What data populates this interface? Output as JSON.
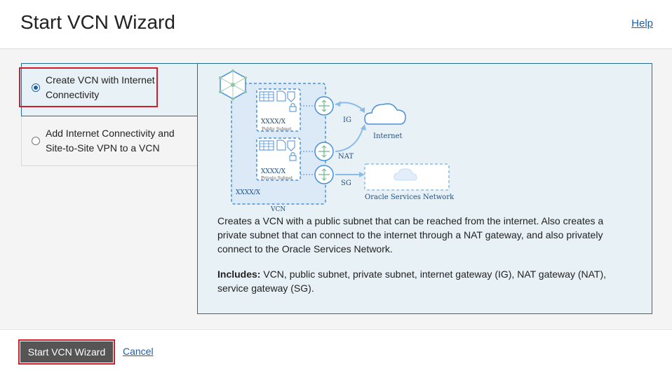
{
  "header": {
    "title": "Start VCN Wizard",
    "help_link": "Help"
  },
  "options": [
    {
      "label": "Create VCN with Internet Connectivity",
      "selected": true
    },
    {
      "label": "Add Internet Connectivity and Site-to-Site VPN to a VCN",
      "selected": false
    }
  ],
  "diagram": {
    "public_subnet_cidr": "XXXX/X",
    "public_subnet_label": "Public Subnet",
    "private_subnet_cidr": "XXXX/X",
    "private_subnet_label": "Private Subnet",
    "vcn_cidr": "XXXX/X",
    "vcn_label": "VCN",
    "ig_label": "IG",
    "nat_label": "NAT",
    "sg_label": "SG",
    "internet_label": "Internet",
    "osn_label": "Oracle Services Network"
  },
  "panel": {
    "description": "Creates a VCN with a public subnet that can be reached from the internet. Also creates a private subnet that can connect to the internet through a NAT gateway, and also privately connect to the Oracle Services Network.",
    "includes_label": "Includes:",
    "includes_text": " VCN, public subnet, private subnet, internet gateway (IG), NAT gateway (NAT), service gateway (SG)."
  },
  "footer": {
    "primary_button": "Start VCN Wizard",
    "cancel_link": "Cancel"
  },
  "colors": {
    "accent_blue": "#1a5fa8",
    "highlight_red": "#d0202c",
    "panel_bg": "#e8f1f6",
    "diagram_blue": "#4a90d9"
  },
  "icons": [
    "radio-selected-icon",
    "radio-unselected-icon",
    "vcn-hexagon-icon",
    "gateway-icon",
    "cloud-icon",
    "lock-icon",
    "server-icon"
  ]
}
